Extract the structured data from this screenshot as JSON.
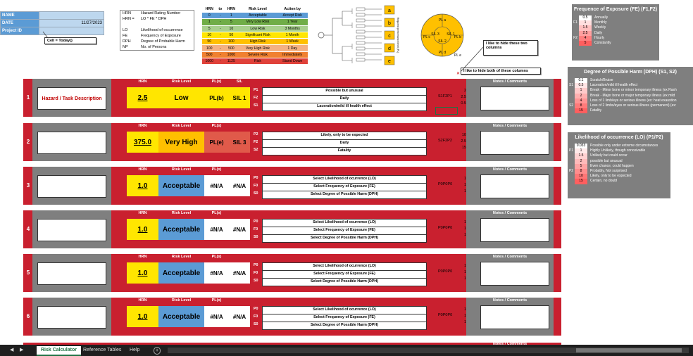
{
  "info": {
    "rows": [
      {
        "label": "NAME",
        "value": ""
      },
      {
        "label": "DATE",
        "value": "11/27/2023"
      },
      {
        "label": "Project ID",
        "value": ""
      }
    ],
    "cell_note": "Cell = Today()"
  },
  "legend": [
    {
      "k": "HRN",
      "v": "Hazard Rating Number"
    },
    {
      "k": "HRN =",
      "v": "LO * FE * DPH"
    },
    {
      "k": "",
      "v": ""
    },
    {
      "k": "LO",
      "v": "Likelihood of occurrence"
    },
    {
      "k": "FE",
      "v": "Frequency of Exposure"
    },
    {
      "k": "DPH",
      "v": "Degree of Probable Harm"
    },
    {
      "k": "NP",
      "v": "No. of Persons"
    }
  ],
  "risk_table": {
    "headers": [
      "HRN",
      "to",
      "HRN",
      "Risk Level",
      "Action by"
    ],
    "rows": [
      {
        "from": "0",
        "to": "1",
        "level": "Acceptable",
        "action": "Accept Risk",
        "color": "#5b9bd5"
      },
      {
        "from": "1",
        "to": "5",
        "level": "Very Low Risk",
        "action": "1 Year",
        "color": "#70ad47"
      },
      {
        "from": "5",
        "to": "10",
        "level": "Low Risk",
        "action": "3 Months",
        "color": "#a9d08e"
      },
      {
        "from": "10",
        "to": "50",
        "level": "Significant Risk",
        "action": "1 Month",
        "color": "#ffe600"
      },
      {
        "from": "50",
        "to": "100",
        "level": "High Risk",
        "action": "1 Week",
        "color": "#ffc000"
      },
      {
        "from": "100",
        "to": "500",
        "level": "Very High Risk",
        "action": "1 Day",
        "color": "#f4b183"
      },
      {
        "from": "500",
        "to": "1000",
        "level": "Severe Risk",
        "action": "Immediately",
        "color": "#f08030"
      },
      {
        "from": "1000",
        "to": "1125",
        "level": "Risk",
        "action": "Stand Down",
        "color": "#e0413a"
      }
    ]
  },
  "tree": {
    "leaves": [
      "a",
      "b",
      "c",
      "d",
      "e"
    ],
    "axis_label": "Required performance level (PL)"
  },
  "circle": {
    "labels": [
      "PL a",
      "PL b",
      "PL c",
      "PL d",
      "PL e",
      "SIL 1",
      "SIL 2",
      "SIL 3"
    ]
  },
  "notes": {
    "hide_two": "I like to hide these two columns",
    "hide_both": "I like to hide both of these columns"
  },
  "fe_panel": {
    "title": "Frequence of Exposure (FE) (F1,F2)",
    "rows": [
      {
        "tag": "",
        "num": "0.5",
        "text": "Annually"
      },
      {
        "tag": "F1",
        "num": "1",
        "text": "Monthly"
      },
      {
        "tag": "",
        "num": "1.5",
        "text": "Weekly"
      },
      {
        "tag": "",
        "num": "2.5",
        "text": "Daily"
      },
      {
        "tag": "F2",
        "num": "4",
        "text": "Hourly"
      },
      {
        "tag": "",
        "num": "5",
        "text": "Constantly"
      }
    ]
  },
  "dph_panel": {
    "title": "Degree of Possible Harm (DPH) (S1, S2)",
    "rows": [
      {
        "tag": "",
        "num": "0.1",
        "text": "Scratch/Bruise"
      },
      {
        "tag": "S1",
        "num": "0.5",
        "text": "Laceration/mild ill health effect"
      },
      {
        "tag": "",
        "num": "1",
        "text": "Break - Minor bone or minor temporary illness (ex Rash"
      },
      {
        "tag": "",
        "num": "2",
        "text": "Break - Major bone or major temporary illness (ex  mild"
      },
      {
        "tag": "",
        "num": "4",
        "text": "Loss of 1 limb/eye or serious  illness (ex: heat exaustion"
      },
      {
        "tag": "S2",
        "num": "8",
        "text": "Loss of 2 limbs/eyes or serious  illness (permanent) (ex:"
      },
      {
        "tag": "",
        "num": "15",
        "text": "Fatality"
      }
    ]
  },
  "lo_panel": {
    "title": "Likelihood of occurrence  (LO) (P1/P2)",
    "rows": [
      {
        "tag": "",
        "num": "0.033",
        "text": "Possible only under extreme circumstances"
      },
      {
        "tag": "P1",
        "num": "1",
        "text": "Highly Unlikely, though conceivable"
      },
      {
        "tag": "",
        "num": "1.5",
        "text": "Unlikely but could occur"
      },
      {
        "tag": "",
        "num": "2",
        "text": "possible but unusual"
      },
      {
        "tag": "",
        "num": "5",
        "text": "Even chance, could happen"
      },
      {
        "tag": "P2",
        "num": "8",
        "text": "Probably, Not surprised"
      },
      {
        "tag": "",
        "num": "10",
        "text": "Likely, only to be expected"
      },
      {
        "tag": "",
        "num": "15",
        "text": "Certain, no doubt"
      }
    ]
  },
  "col_headers": {
    "hrn": "HRN",
    "risk": "Risk Level",
    "pl": "PL(x)",
    "sil": "SIL",
    "notes": "Notes / Comments"
  },
  "rows": [
    {
      "num": "1",
      "hazard": "Hazard / Task Description",
      "hrn": "2.5",
      "risk": "Low",
      "risk_color": "#ffe600",
      "pl": "PL(b)",
      "sil": "SIL 1",
      "pl_color": "#ffe600",
      "params": [
        {
          "t": "P1",
          "v": "Possible but unusual"
        },
        {
          "t": "F2",
          "v": "Daily"
        },
        {
          "t": "S1",
          "v": "Laceration/mild ill health effect"
        }
      ],
      "code": "S1F2P1",
      "cv": [
        "2",
        "2.5",
        "0.5"
      ],
      "pl_header": "PL(x)",
      "show_sil_header": true
    },
    {
      "num": "2",
      "hazard": "",
      "hrn": "375.0",
      "risk": "Very High",
      "risk_color": "#ffc000",
      "pl": "PL(e)",
      "sil": "SIL 3",
      "pl_color": "#e05a4a",
      "params": [
        {
          "t": "P2",
          "v": "Likely, only to be expected"
        },
        {
          "t": "F2",
          "v": "Daily"
        },
        {
          "t": "S2",
          "v": "Fatality"
        }
      ],
      "code": "S2F2P2",
      "cv": [
        "10",
        "2.5",
        "15"
      ],
      "pl_header": "PL(x)",
      "show_sil_header": false
    },
    {
      "num": "3",
      "hazard": "",
      "hrn": "1.0",
      "risk": "Acceptable",
      "risk_color": "#5b9bd5",
      "pl": "#N/A",
      "sil": "#N/A",
      "pl_color": "#ffffff",
      "params": [
        {
          "t": "P0",
          "v": "Select Likelihood of ocurrence (LO)"
        },
        {
          "t": "F0",
          "v": "Select Frequency of Exposure (FE)"
        },
        {
          "t": "S0",
          "v": "Select Degree of Possible Harm (DPH)"
        }
      ],
      "code": "P0P0P0",
      "cv": [
        "1",
        "1",
        "1"
      ],
      "pl_header": "PL(x)",
      "show_sil_header": false
    },
    {
      "num": "4",
      "hazard": "",
      "hrn": "1.0",
      "risk": "Acceptable",
      "risk_color": "#5b9bd5",
      "pl": "#N/A",
      "sil": "#N/A",
      "pl_color": "#ffffff",
      "params": [
        {
          "t": "P0",
          "v": "Select Likelihood of ocurrence (LO)"
        },
        {
          "t": "F0",
          "v": "Select Frequency of Exposure (FE)"
        },
        {
          "t": "S0",
          "v": "Select Degree of Possible Harm (DPH)"
        }
      ],
      "code": "P0P0P0",
      "cv": [
        "1",
        "1",
        "1"
      ],
      "pl_header": "PL(x)",
      "show_sil_header": false
    },
    {
      "num": "5",
      "hazard": "",
      "hrn": "1.0",
      "risk": "Acceptable",
      "risk_color": "#5b9bd5",
      "pl": "#N/A",
      "sil": "#N/A",
      "pl_color": "#ffffff",
      "params": [
        {
          "t": "P0",
          "v": "Select Likelihood of ocurrence (LO)"
        },
        {
          "t": "F0",
          "v": "Select Frequency of Exposure (FE)"
        },
        {
          "t": "S0",
          "v": "Select Degree of Possible Harm (DPH)"
        }
      ],
      "code": "P0P0P0",
      "cv": [
        "1",
        "1",
        "1"
      ],
      "pl_header": "PL(x)",
      "show_sil_header": false
    },
    {
      "num": "6",
      "hazard": "",
      "hrn": "1.0",
      "risk": "Acceptable",
      "risk_color": "#5b9bd5",
      "pl": "#N/A",
      "sil": "#N/A",
      "pl_color": "#ffffff",
      "params": [
        {
          "t": "P0",
          "v": "Select Likelihood of ocurrence (LO)"
        },
        {
          "t": "F0",
          "v": "Select Frequency of Exposure (FE)"
        },
        {
          "t": "S0",
          "v": "Select Degree of Possible Harm (DPH)"
        }
      ],
      "code": "P0P0P0",
      "cv": [
        "1",
        "1",
        "1"
      ],
      "pl_header": "PL(x)",
      "show_sil_header": false
    }
  ],
  "partial_row_header": "Notes / Comments",
  "tabs": [
    "Risk Calculator",
    "Reference Tables",
    "Help"
  ],
  "active_tab": "Risk Calculator",
  "add_sheet": "+"
}
